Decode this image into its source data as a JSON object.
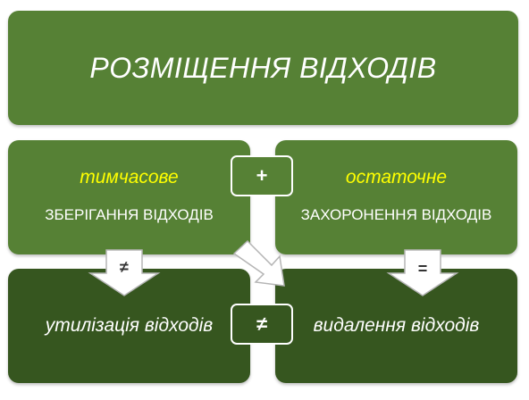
{
  "title": "РОЗМІЩЕННЯ ВІДХОДІВ",
  "left_mid": {
    "accent": "тимчасове",
    "label": "ЗБЕРІГАННЯ ВІДХОДІВ"
  },
  "right_mid": {
    "accent": "остаточне",
    "label": "ЗАХОРОНЕННЯ ВІДХОДІВ"
  },
  "connector_plus": "+",
  "left_arrow_sign": "≠",
  "right_arrow_sign": "=",
  "bottom_neq": "≠",
  "left_bottom": "утилізація відходів",
  "right_bottom": "видалення відходів",
  "colors": {
    "top_fill": "#568135",
    "mid_fill": "#568135",
    "bottom_fill": "#36561f",
    "accent_text": "#ffff00",
    "arrow_fill": "#ffffff",
    "arrow_stroke": "#b5b5b5"
  }
}
